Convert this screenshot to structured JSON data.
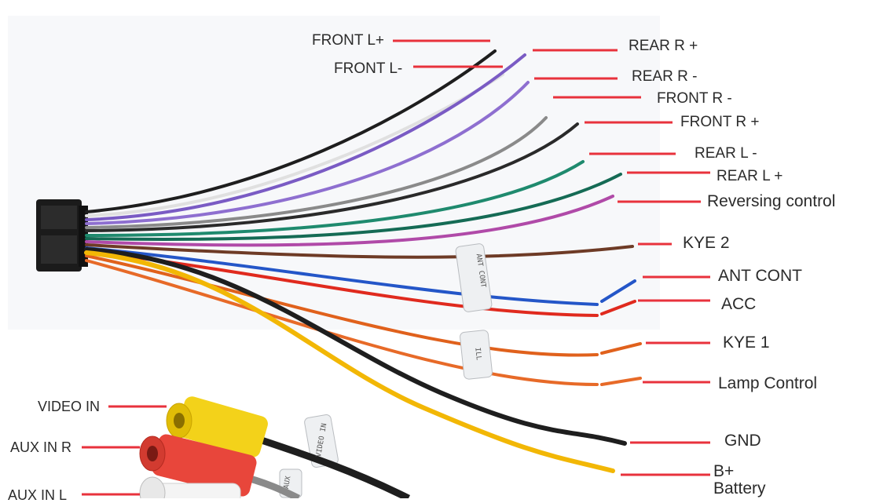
{
  "labels": {
    "front_l_plus": "FRONT L+",
    "front_l_minus": "FRONT L-",
    "rear_r_plus": "REAR R +",
    "rear_r_minus": "REAR R -",
    "front_r_minus": "FRONT R -",
    "front_r_plus": "FRONT R +",
    "rear_l_minus": "REAR L -",
    "rear_l_plus": "REAR L +",
    "reversing_control": "Reversing control",
    "kye2": "KYE 2",
    "ant_cont": "ANT CONT",
    "acc": "ACC",
    "kye1": "KYE 1",
    "lamp_control": "Lamp Control",
    "gnd": "GND",
    "b_plus": "B+",
    "battery": "Battery",
    "video_in": "VIDEO IN",
    "aux_in_r": "AUX IN R",
    "aux_in_l": "AUX  IN L"
  },
  "wire_tags": {
    "ant_cont_tag": "ANT CONT",
    "ill_tag": "ILL",
    "video_tag": "VIDEO IN",
    "aux_tag": "AUX"
  },
  "colors": {
    "leader_line": "#e8323c",
    "wire_black": "#1e1e1e",
    "wire_gray": "#8a8a8a",
    "wire_white": "#e6e6e6",
    "wire_purple": "#7a5bc4",
    "wire_green": "#1f8a6e",
    "wire_pink": "#b04aa8",
    "wire_brown": "#6e3b26",
    "wire_blue": "#2456c8",
    "wire_red": "#e02a1e",
    "wire_orange": "#e0611c",
    "wire_yellow": "#f2b705",
    "rca_yellow": "#f3d21a",
    "rca_red": "#e8463b",
    "rca_white": "#f4f4f4"
  }
}
